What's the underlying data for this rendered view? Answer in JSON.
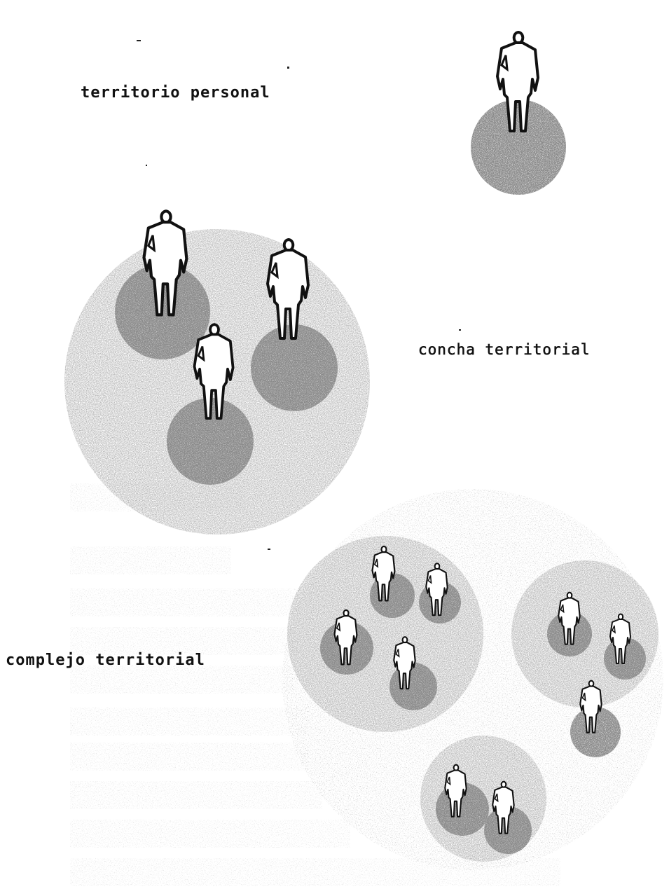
{
  "labels": {
    "personal": "territorio personal",
    "shell": "concha territorial",
    "complex": "complejo territorial"
  },
  "colors": {
    "ink": "#111111",
    "territory_light": "#cfcfcf",
    "territory_mid": "#9c9c9c",
    "territory_dark": "#6e6e6e",
    "background_faint": "#f0f0f0"
  },
  "icons": [
    "human-figure-icon"
  ]
}
